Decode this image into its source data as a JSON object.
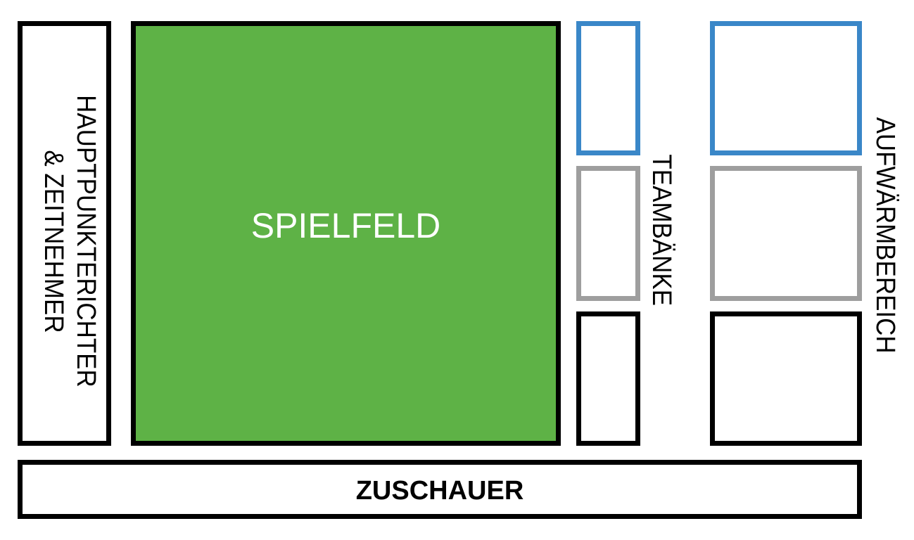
{
  "labels": {
    "referee_line1": "HAUPTPUNKTERICHTER",
    "referee_line2": "& ZEITNEHMER",
    "field": "SPIELFELD",
    "benches": "TEAMBÄNKE",
    "warmup": "AUFWÄRMBEREICH",
    "spectators": "ZUSCHAUER"
  },
  "colors": {
    "field": "#5eb246",
    "team_a": "#3a87c8",
    "team_b": "#9e9e9e",
    "team_c": "#000000"
  }
}
